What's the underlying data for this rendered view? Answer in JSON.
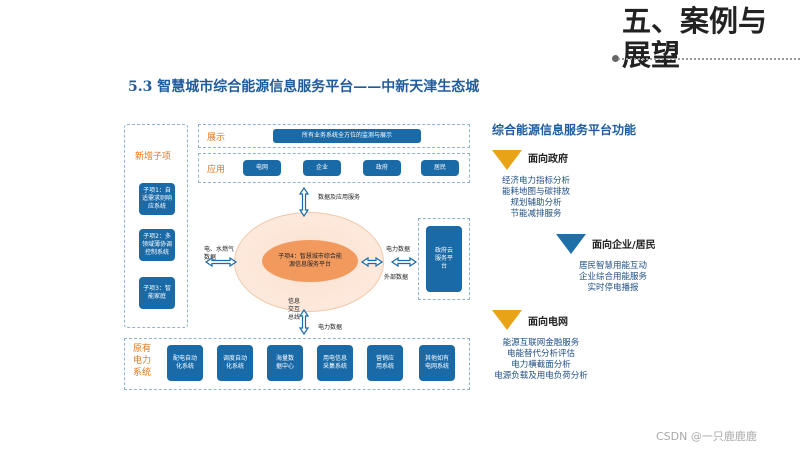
{
  "header": {
    "section_title": "五、案例与展望",
    "slide_title": "5.3 智慧城市综合能源信息服务平台——中新天津生态城"
  },
  "diagram": {
    "new_sub": {
      "label": "新增子项",
      "items": [
        "子项1：自适需求则响应系统",
        "子项2：多领域薄协调控制系统",
        "子项3：智能家庭"
      ]
    },
    "display": {
      "label": "展示",
      "bar": "所有业务系统全方位的监测与展示"
    },
    "apply": {
      "label": "应用",
      "items": [
        "电网",
        "企业",
        "政府",
        "居民"
      ]
    },
    "core": {
      "text": "子项4：智慧城市综合能源信息服务平台"
    },
    "gov_platform": "政府云服务平台",
    "labels": {
      "data_app_service": "数据及应用服务",
      "power_data_right": "电力数据",
      "external_data": "外部数据",
      "elec_water_gas": "电、水燃气数据",
      "info_exchange": "信息交互总线",
      "power_data_bottom": "电力数据"
    },
    "existing": {
      "label": "原有电力系统",
      "items": [
        "配电自动化系统",
        "调度自动化系统",
        "海量数据中心",
        "用电信息采集系统",
        "营销应用系统",
        "其他如有电网系统"
      ]
    }
  },
  "functions": {
    "title": "综合能源信息服务平台功能",
    "groups": [
      {
        "label": "面向政府",
        "items": [
          "经济电力指标分析",
          "能耗地图与碳排放",
          "规划辅助分析",
          "节能减排服务"
        ]
      },
      {
        "label": "面向企业/居民",
        "items": [
          "居民智慧用能互动",
          "企业综合用能服务",
          "实时停电播报"
        ]
      },
      {
        "label": "面向电网",
        "items": [
          "能源互联网金融服务",
          "电能替代分析评估",
          "电力横截面分析",
          "电源负载及用电负荷分析"
        ]
      }
    ]
  },
  "watermark": "CSDN @一只鹿鹿鹿",
  "colors": {
    "accent_blue": "#1a6aa8",
    "orange": "#e07820",
    "triangle_gold": "#e8a317",
    "dashed": "#8fb3d9"
  }
}
